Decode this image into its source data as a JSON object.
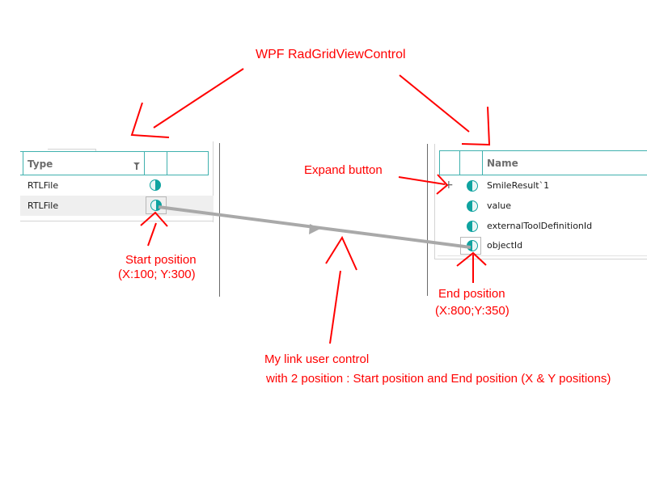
{
  "title_annotation": "WPF RadGridViewControl",
  "left_grid": {
    "columns": [
      {
        "header": "Type",
        "filter_icon": "filter-icon"
      },
      {
        "header": ""
      },
      {
        "header": ""
      }
    ],
    "rows": [
      {
        "type": "RTLFile",
        "connector": "connector-icon",
        "selected": false
      },
      {
        "type": "RTLFile",
        "connector": "connector-icon",
        "selected": true
      }
    ]
  },
  "right_grid": {
    "columns": [
      {
        "header": ""
      },
      {
        "header": ""
      },
      {
        "header": "Name"
      }
    ],
    "rows": [
      {
        "name": "SmileResult`1",
        "expand": "+",
        "connector": "connector-icon",
        "selected": false
      },
      {
        "name": "value",
        "connector": "connector-icon",
        "selected": false
      },
      {
        "name": "externalToolDefinitionId",
        "connector": "connector-icon",
        "selected": false
      },
      {
        "name": "objectId",
        "connector": "connector-icon",
        "selected": true
      }
    ]
  },
  "annotations": {
    "expand_button": "Expand button",
    "start_position_label": "Start position",
    "start_position_coords": "(X:100; Y:300)",
    "end_position_label": "End position",
    "end_position_coords": "(X:800;Y:350)",
    "link_control_line1": "My link user control",
    "link_control_line2": "with 2 position : Start position and End position (X & Y positions)"
  },
  "colors": {
    "annotation": "#ff0000",
    "accent_teal": "#0fa3a0",
    "link_line": "#a9a9a9"
  }
}
